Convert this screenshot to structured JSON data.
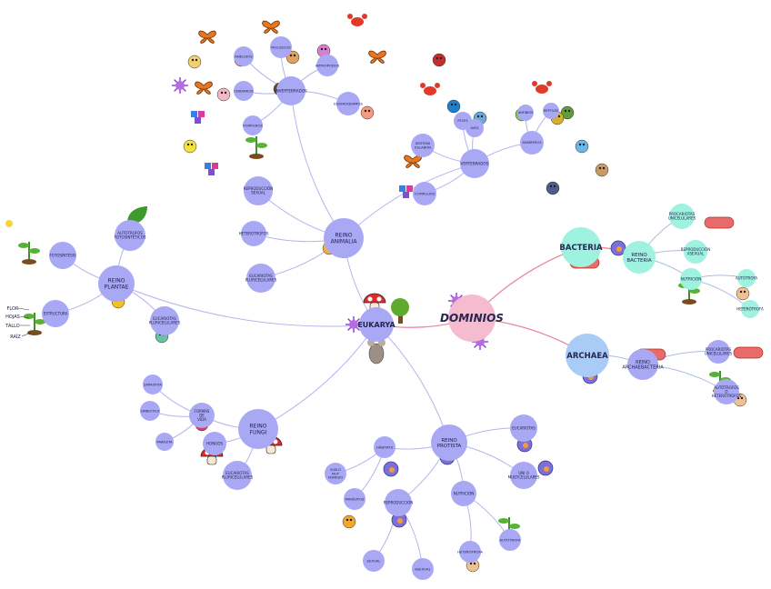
{
  "colors": {
    "node": "#a9a8f4",
    "root": "#f5bcd0",
    "bacteria": "#9ff2df",
    "archaea": "#a9ccf7",
    "edge": "#b6b3ee",
    "edge_dom": "#e8899a",
    "edge_arch": "#a9bde0",
    "text": "#20204a"
  },
  "nodes": {
    "dominios": "DOMINIOS",
    "bacteria": "BACTERIA",
    "archaea": "ARCHAEA",
    "eukarya": "EUKARYA",
    "reino_bacteria": [
      "REINO",
      "BACTERIA"
    ],
    "reino_archaea": [
      "REINO",
      "ARCHAEBACTERIA"
    ],
    "b_procariotas": [
      "PROCARIOTAS",
      "UNICELULARES"
    ],
    "b_reproduccion": [
      "REPRODUCCIÓN",
      "ASEXUAL"
    ],
    "b_nutricion": "NUTRICIÓN",
    "b_autotrofa": "AUTÓTROFA",
    "b_heterotrofa": "HETERÓTROFA",
    "a_procariotas": [
      "PROCARIOTAS",
      "UNICELULARES"
    ],
    "a_nutricion": [
      "AUTÓTROFOS",
      "O",
      "HETERÓTROFOS"
    ],
    "reino_animalia": [
      "REINO",
      "ANIMALIA"
    ],
    "reino_plantae": [
      "REINO",
      "PLANTAE"
    ],
    "reino_fungi": [
      "REINO",
      "FUNGI"
    ],
    "reino_protista": [
      "REINO",
      "PROTISTA"
    ],
    "an_reproduccion": [
      "REPRODUCCIÓN",
      "SEXUAL"
    ],
    "an_heterotrofos": "HETERÓTROFOS",
    "an_eucariotas": [
      "EUCARIOTAS",
      "PLURICELULARES"
    ],
    "invertebrados": "INVERTEBRADOS",
    "vertebrados": "VERTEBRADOS",
    "moluscos": "MOLUSCOS",
    "artropodos": "ARTRÓPODOS",
    "anelidos": "ANÉLIDOS",
    "cnidarios": "CNIDARIOS",
    "poriferos": "PORÍFEROS",
    "equinodermos": "EQUINODERMOS",
    "peces": "PECES",
    "aves": "AVES",
    "anfibios": "ANFIBIOS",
    "reptiles": "REPTILES",
    "mamiferos": "MAMÍFEROS",
    "sistema_eslabon": [
      "SISTEMA",
      "ESLABÓN"
    ],
    "complejos": "COMPLEJOS",
    "pl_autotrofos": [
      "AUTÓTROFOS",
      "FOTOSINTÉTICOS"
    ],
    "pl_fotosintesis": "FOTOSÍNTESIS",
    "pl_estructura": "ESTRUCTURA",
    "pl_eucariotas": [
      "EUCARIOTAS",
      "PLURICELULARES"
    ],
    "f_formas": [
      "FORMAS",
      "DE",
      "VIDA"
    ],
    "f_saprofita": "SAPRÓFITA",
    "f_simbiotica": "SIMBIÓTICA",
    "f_parasita": "PARÁSITA",
    "f_hongos": "HONGOS",
    "f_eucariotas": [
      "EUCARIOTAS",
      "PLURICELULARES"
    ],
    "p_habitats": "HÁBITATS",
    "p_suelo": [
      "SUELO",
      "MUY",
      "HÚMEDO"
    ],
    "p_parasitos": "PARÁSITOS",
    "p_reproduccion": "REPRODUCCIÓN",
    "p_sexual": "SEXUAL",
    "p_asexual": "ASEXUAL",
    "p_nutricion": "NUTRICIÓN",
    "p_heterotrofa": "HETERÓTROFA",
    "p_autotrofa": "AUTÓTROFA",
    "p_eucariotas": "EUCARIOTAS",
    "p_uni": [
      "UNI O",
      "MULTICELULARES"
    ]
  },
  "side_labels": {
    "flor": "FLOR",
    "hojas": "HOJAS",
    "tallo": "TALLO",
    "raiz": "RAÍZ"
  },
  "icons": [
    "butterfly-icon",
    "crab-icon",
    "snail-icon",
    "worm-icon",
    "starfish-icon",
    "sponge-icon",
    "jellyfish-icon",
    "coral-icon",
    "fish-icon",
    "bird-icon",
    "frog-icon",
    "turtle-icon",
    "whale-icon",
    "puzzle-icon",
    "plant-icon",
    "sunflower-icon",
    "leaf-icon",
    "mushroom-icon",
    "toad-icon",
    "bacteria-icon",
    "virus-icon",
    "cell-icon",
    "tree-icon",
    "mouse-icon"
  ]
}
